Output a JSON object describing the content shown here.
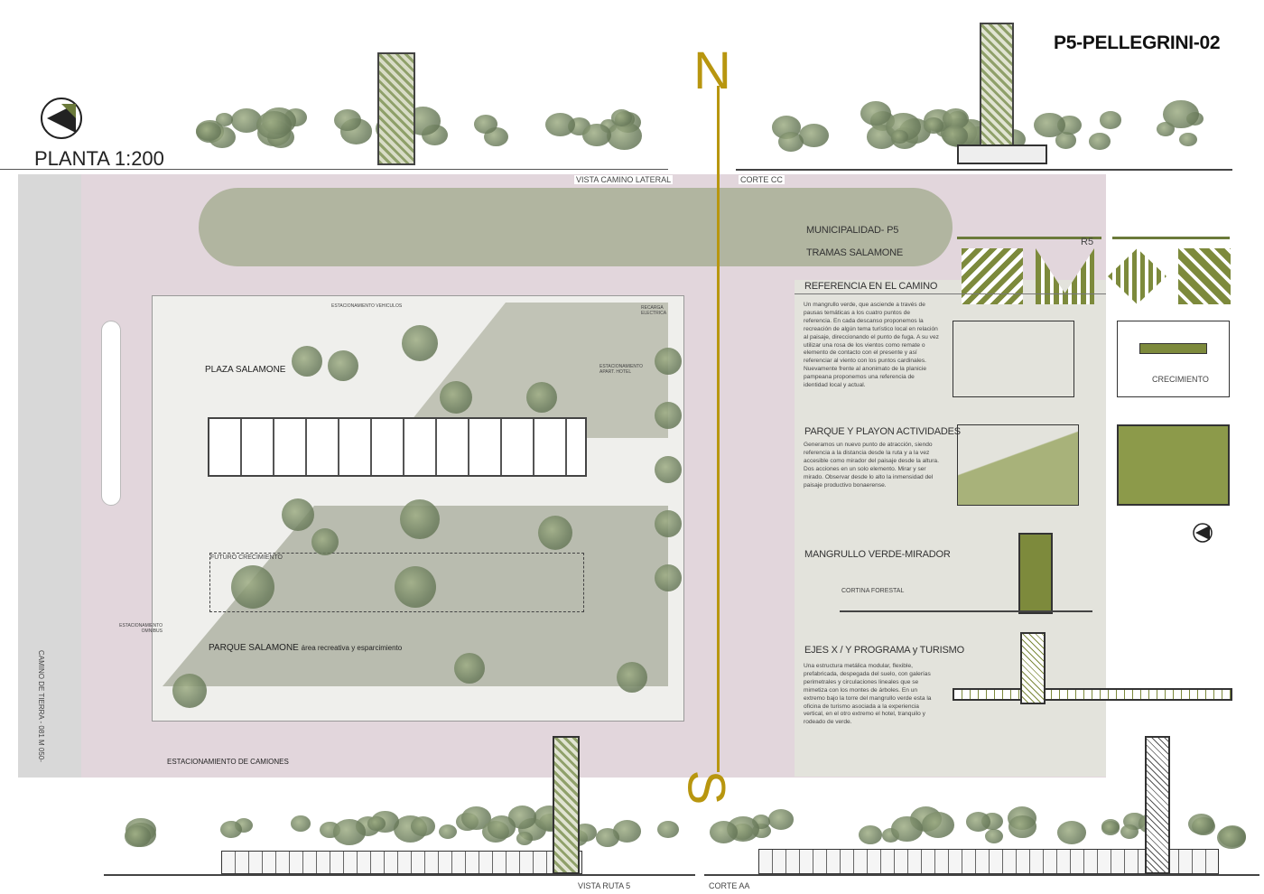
{
  "sheet_title": "P5-PELLEGRINI-02",
  "plan_scale": "PLANTA 1:200",
  "north_letter": "N",
  "south_letter": "S",
  "elevations": {
    "top_left": "VISTA CAMINO LATERAL",
    "top_right": "CORTE CC",
    "bottom_left": "VISTA RUTA 5",
    "bottom_right": "CORTE AA"
  },
  "plan_labels": {
    "road": "CAMINO DE TIERRA - 081 M 050-",
    "parking_vehicles": "ESTACIONAMIENTO VEHICULOS",
    "electric_charge": "RECARGA ELECTRICA",
    "parking_hotel": "ESTACIONAMIENTO APART. HOTEL",
    "plaza": "PLAZA SALAMONE",
    "future_growth": "FUTURO CRECIMIENTO",
    "parking_bus": "ESTACIONAMIENTO OMNIBUS",
    "park": "PARQUE SALAMONE",
    "park_sub": "área recreativa y esparcimiento",
    "parking_trucks": "ESTACIONAMIENTO DE CAMIONES"
  },
  "panels": {
    "municipalidad": "MUNICIPALIDAD- P5",
    "tramas": "TRAMAS SALAMONE",
    "r5": "R5",
    "referencia_title": "REFERENCIA EN EL CAMINO",
    "referencia_text": "Un mangrullo verde, que asciende a través de pausas temáticas a los cuatro puntos de referencia. En cada descanso proponemos la recreación de algún tema turístico local en relación al paisaje, direccionando el punto de fuga. A su vez utilizar una rosa de los vientos como remate o elemento de contacto con el presente y así referenciar al viento con los puntos cardinales. Nuevamente frente al anonimato de la planicie pampeana proponemos una referencia de identidad local y actual.",
    "crecimiento": "CRECIMIENTO",
    "parque_title": "PARQUE Y PLAYON ACTIVIDADES",
    "parque_text": "Generamos un nuevo punto de atracción, siendo referencia a la distancia desde la ruta y a la vez accesible como mirador del paisaje desde la altura. Dos acciones en un solo elemento. Mirar y ser mirado. Observar desde lo alto la inmensidad del paisaje productivo bonaerense.",
    "mangrullo_title": "MANGRULLO VERDE-MIRADOR",
    "cortina": "CORTINA FORESTAL",
    "ejes_title": "EJES X / Y  PROGRAMA y TURISMO",
    "ejes_text": "Una estructura metálica modular, flexible, prefabricada, despegada del suelo, con galerías perimetrales y circulaciones lineales que se mimetiza con los montes de árboles. En un extremo bajo la torre del mangrullo verde esta la oficina de turismo asociada a la experiencia vertical, en el otro extremo el hotel, tranquilo y rodeado de verde."
  },
  "colors": {
    "gold": "#b8960f",
    "olive": "#7d8a3c",
    "pink": "#e2d6dc",
    "road": "#d8d8d8"
  }
}
